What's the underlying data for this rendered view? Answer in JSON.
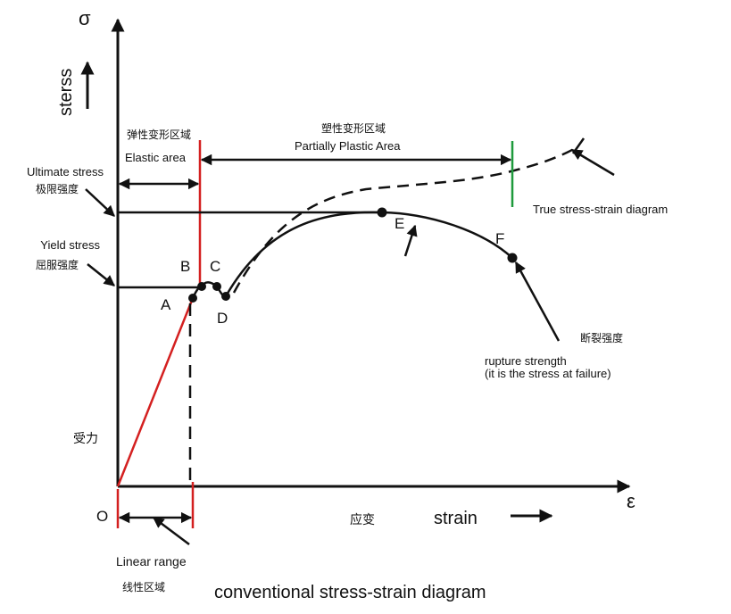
{
  "axes": {
    "y_symbol": "σ",
    "y_label": "sterss",
    "x_symbol": "ε",
    "origin": "O",
    "force_cn": "受力",
    "strain_cn": "应变",
    "strain_en": "strain"
  },
  "regions": {
    "elastic_cn": "弹性变形区域",
    "elastic_en": "Elastic area",
    "plastic_cn": "塑性变形区域",
    "plastic_en": "Partially Plastic Area",
    "linear_en": "Linear range",
    "linear_cn": "线性区域"
  },
  "stresses": {
    "ultimate_en": "Ultimate stress",
    "ultimate_cn": "极限强度",
    "yield_en": "Yield stress",
    "yield_cn": "屈服强度",
    "true_curve": "True stress-strain diagram",
    "rupture_cn": "断裂强度",
    "rupture_en": "rupture strength",
    "rupture_note": "(it is the stress at failure)"
  },
  "points": [
    "A",
    "B",
    "C",
    "D",
    "E",
    "F"
  ],
  "caption": "conventional stress-strain diagram",
  "colors": {
    "ink": "#111111",
    "elastic_line": "#d42020",
    "rupture_line": "#1e9a3c"
  }
}
